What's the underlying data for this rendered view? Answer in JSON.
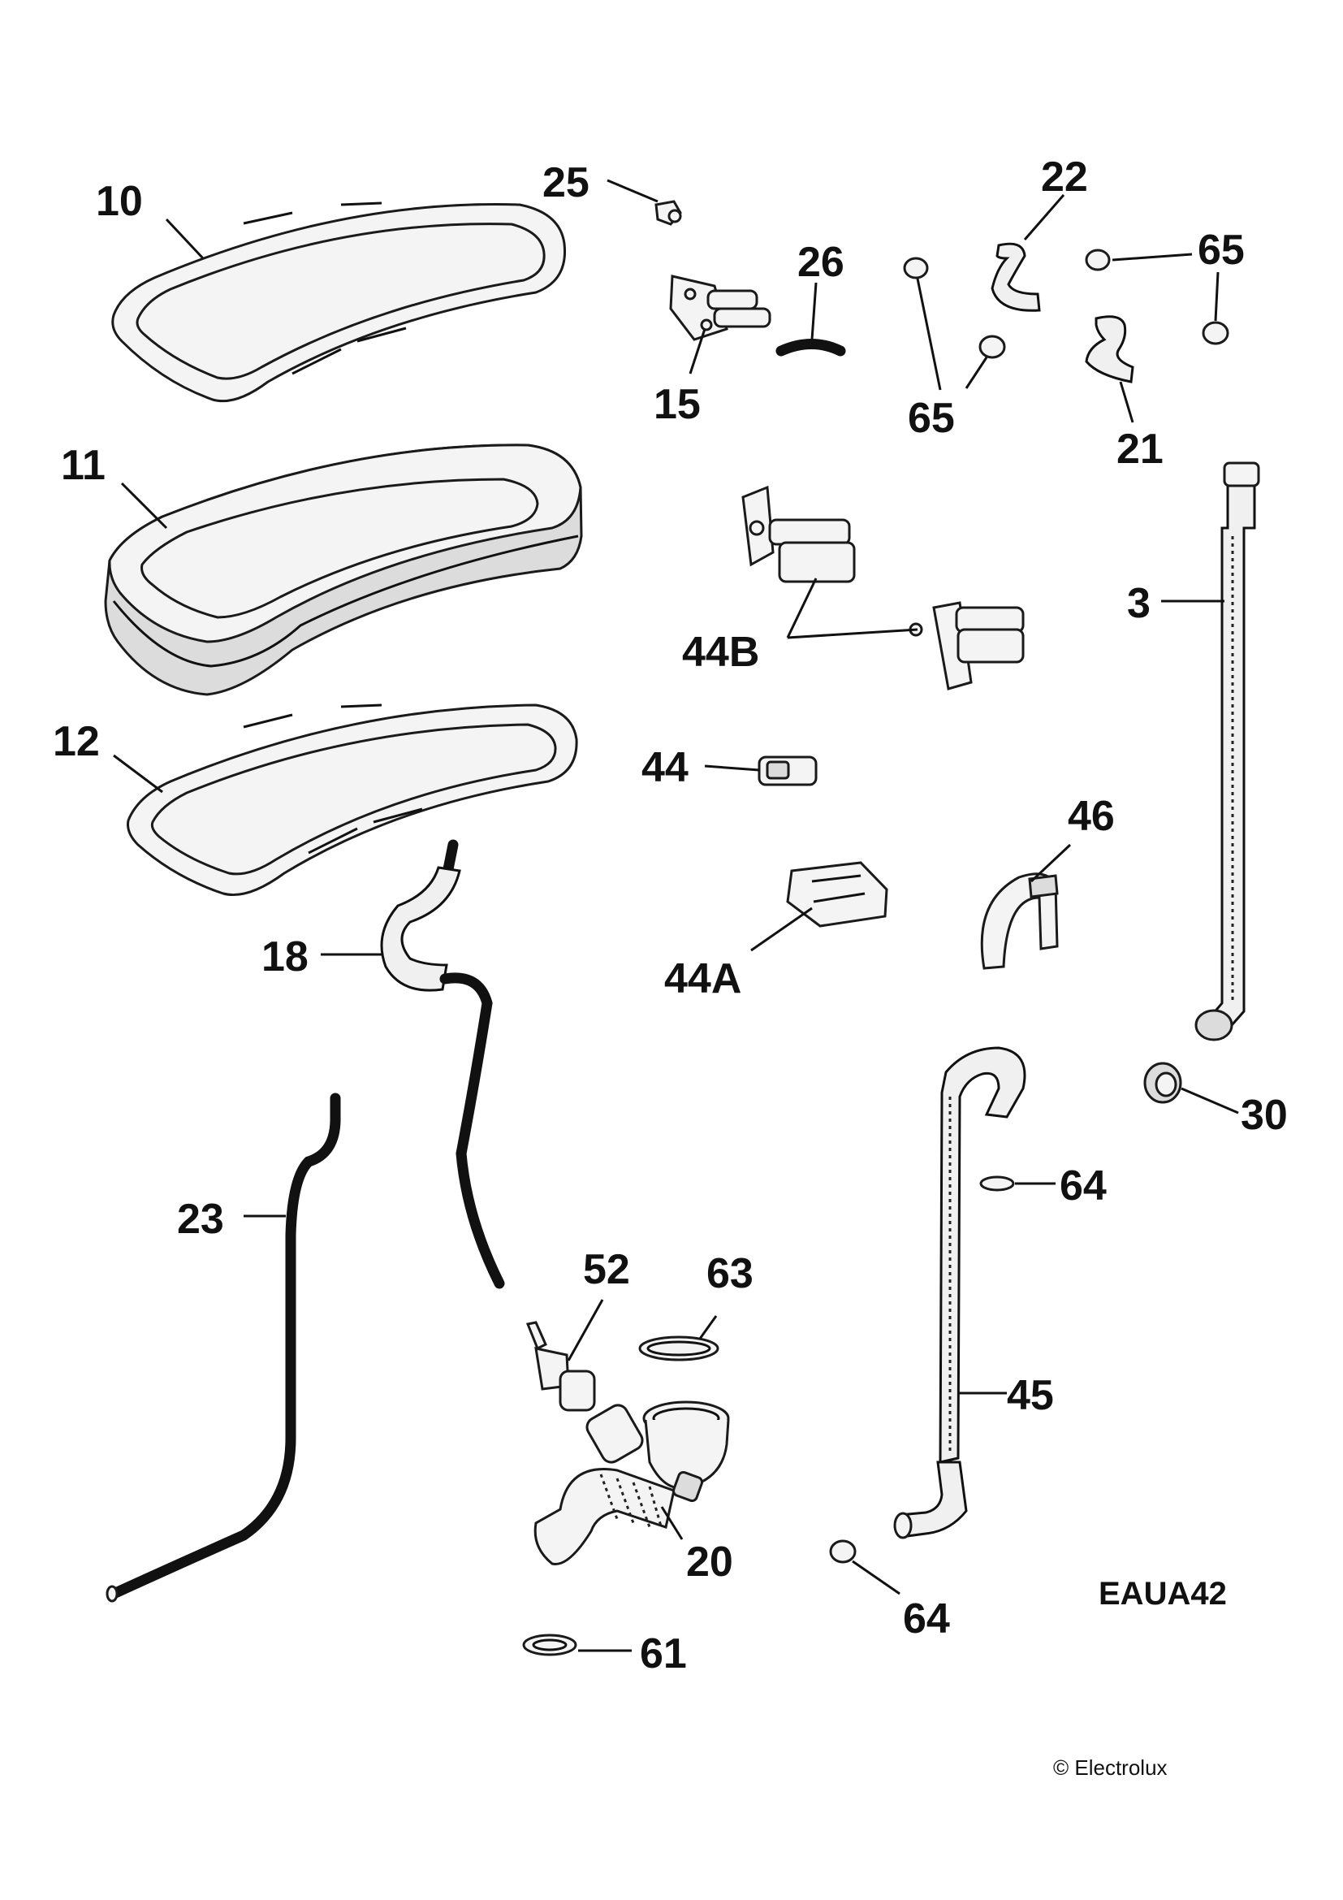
{
  "diagram": {
    "code": "EAUA42",
    "copyright": "© Electrolux"
  },
  "callouts": [
    {
      "id": "10",
      "text": "10"
    },
    {
      "id": "11",
      "text": "11"
    },
    {
      "id": "12",
      "text": "12"
    },
    {
      "id": "25",
      "text": "25"
    },
    {
      "id": "26",
      "text": "26"
    },
    {
      "id": "15",
      "text": "15"
    },
    {
      "id": "22",
      "text": "22"
    },
    {
      "id": "65a",
      "text": "65"
    },
    {
      "id": "65b",
      "text": "65"
    },
    {
      "id": "21",
      "text": "21"
    },
    {
      "id": "3",
      "text": "3"
    },
    {
      "id": "44B",
      "text": "44B"
    },
    {
      "id": "44",
      "text": "44"
    },
    {
      "id": "46",
      "text": "46"
    },
    {
      "id": "44A",
      "text": "44A"
    },
    {
      "id": "18",
      "text": "18"
    },
    {
      "id": "30",
      "text": "30"
    },
    {
      "id": "64a",
      "text": "64"
    },
    {
      "id": "23",
      "text": "23"
    },
    {
      "id": "52",
      "text": "52"
    },
    {
      "id": "63",
      "text": "63"
    },
    {
      "id": "45",
      "text": "45"
    },
    {
      "id": "20",
      "text": "20"
    },
    {
      "id": "64b",
      "text": "64"
    },
    {
      "id": "61",
      "text": "61"
    }
  ],
  "icons": [
    "gasket-ring-icon",
    "door-seal-icon",
    "hose-icon",
    "clip-icon",
    "valve-icon",
    "pump-icon",
    "clamp-icon"
  ]
}
